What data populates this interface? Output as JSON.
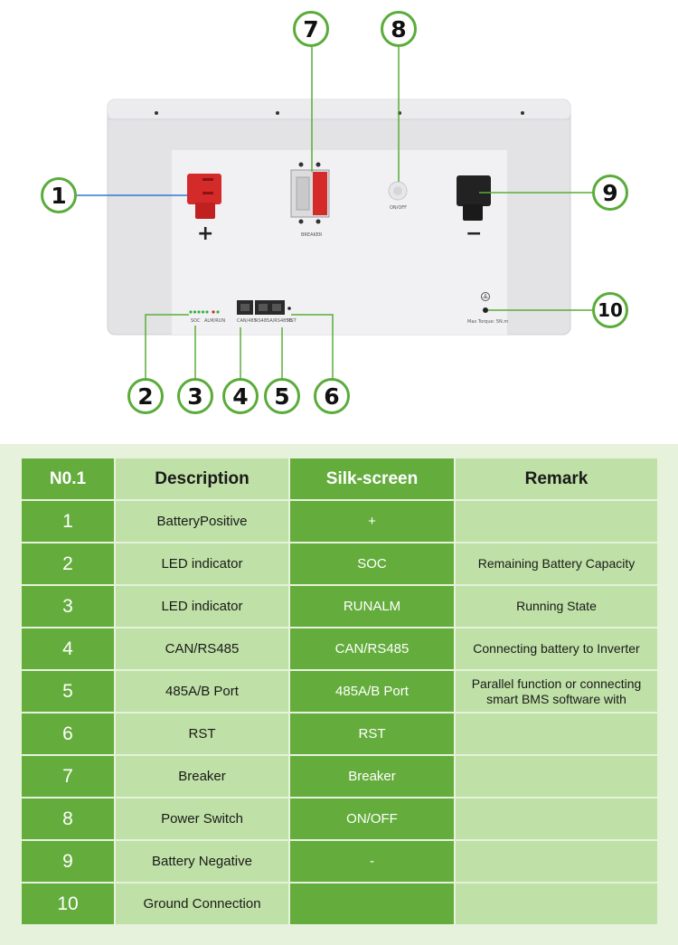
{
  "diagram": {
    "callouts": [
      "1",
      "2",
      "3",
      "4",
      "5",
      "6",
      "7",
      "8",
      "9",
      "10"
    ],
    "panel_labels": {
      "positive_sign": "+",
      "negative_sign": "−",
      "breaker": "BREAKER",
      "onoff": "ON/OFF",
      "soc": "SOC",
      "alm_run": "ALM/RUN",
      "can485": "CAN/485",
      "rs485": "RS485A/RS485B",
      "rst": "RST",
      "torque": "Max Torque: 5N.m"
    }
  },
  "table": {
    "headers": [
      "N0.1",
      "Description",
      "Silk-screen",
      "Remark"
    ],
    "rows": [
      {
        "no": "1",
        "description": "BatteryPositive",
        "silk": "+",
        "remark": ""
      },
      {
        "no": "2",
        "description": "LED indicator",
        "silk": "SOC",
        "remark": "Remaining Battery Capacity"
      },
      {
        "no": "3",
        "description": "LED indicator",
        "silk": "RUNALM",
        "remark": "Running State"
      },
      {
        "no": "4",
        "description": "CAN/RS485",
        "silk": "CAN/RS485",
        "remark": "Connecting battery to Inverter"
      },
      {
        "no": "5",
        "description": "485A/B Port",
        "silk": "485A/B Port",
        "remark": "Parallel function or connecting smart BMS software with"
      },
      {
        "no": "6",
        "description": "RST",
        "silk": "RST",
        "remark": ""
      },
      {
        "no": "7",
        "description": "Breaker",
        "silk": "Breaker",
        "remark": ""
      },
      {
        "no": "8",
        "description": "Power Switch",
        "silk": "ON/OFF",
        "remark": ""
      },
      {
        "no": "9",
        "description": "Battery Negative",
        "silk": "-",
        "remark": ""
      },
      {
        "no": "10",
        "description": "Ground Connection",
        "silk": "",
        "remark": ""
      }
    ]
  },
  "colors": {
    "accent_green": "#64ad3d",
    "light_green": "#bfe0a6",
    "background_green": "#e6f2dc",
    "positive_red": "#d42a2a",
    "leader_blue": "#2a7bd1"
  }
}
